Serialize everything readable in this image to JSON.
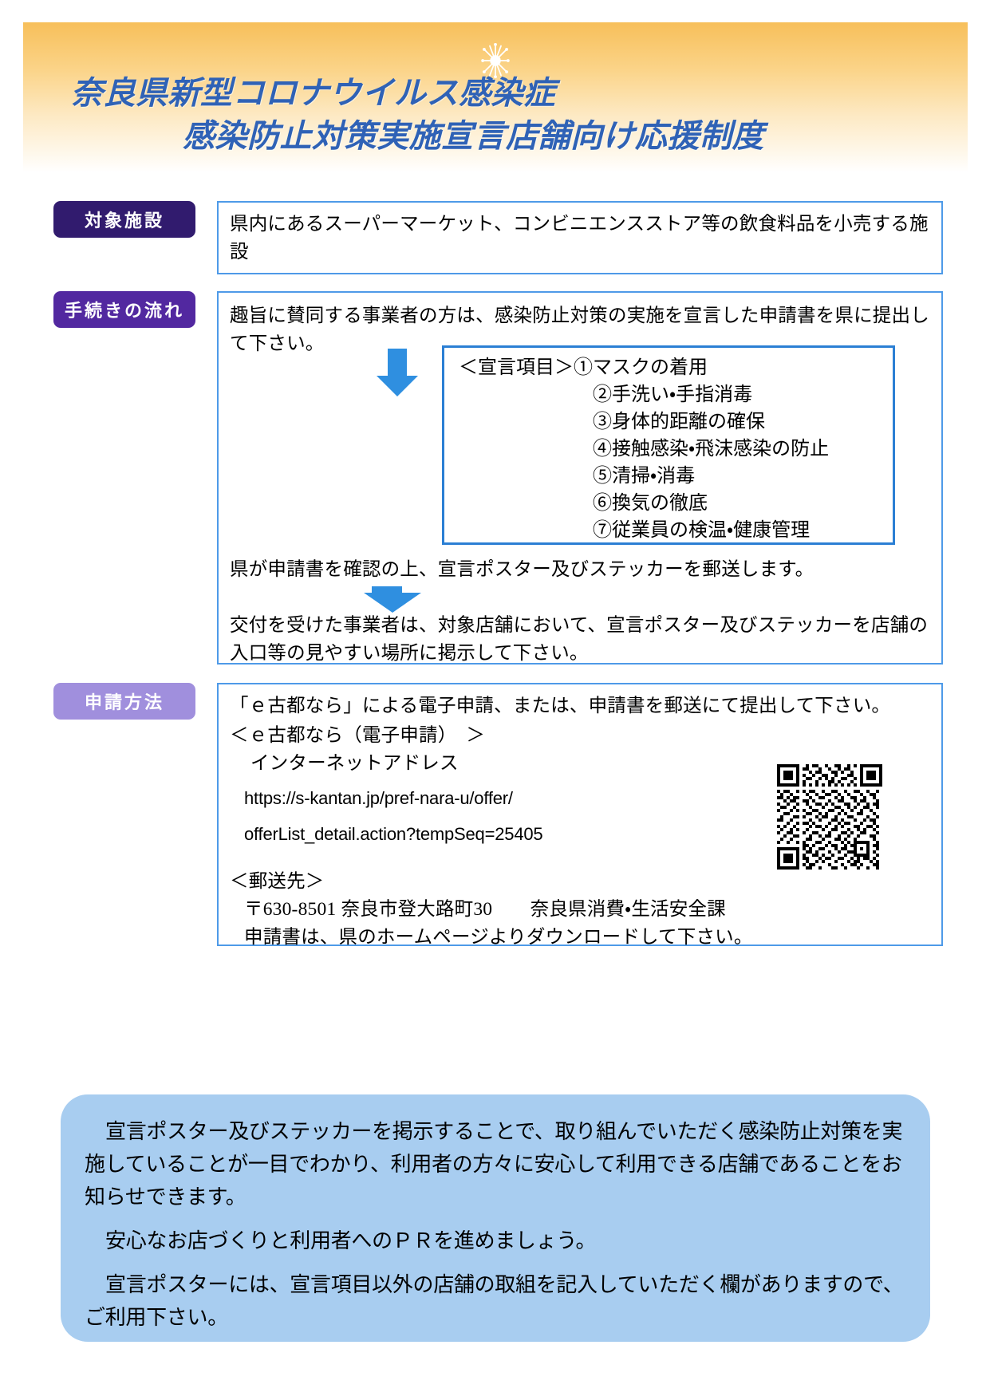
{
  "header": {
    "icon": "virus-sun-icon",
    "title_line_1": "奈良県新型コロナウイルス感染症",
    "title_line_2": "感染防止対策実施宣言店舗向け応援制度",
    "title_color": "#2f62b6",
    "gradient_from": "#f7bf5a",
    "gradient_to": "#ffffff"
  },
  "sections": {
    "target": {
      "tag_label": "対象施設",
      "tag_color": "#311b6e",
      "body": "県内にあるスーパーマーケット、コンビニエンスストア等の飲食料品を小売する施設"
    },
    "flow": {
      "tag_label": "手続きの流れ",
      "tag_color": "#5228a0",
      "step1": "趣旨に賛同する事業者の方は、感染防止対策の実施を宣言した申請書を県に提出して下さい。",
      "declaration": {
        "heading": "＜宣言項目＞",
        "items": [
          "①マスクの着用",
          "②手洗い・手指消毒",
          "③身体的距離の確保",
          "④接触感染・飛沫感染の防止",
          "⑤清掃・消毒",
          "⑥換気の徹底",
          "⑦従業員の検温・健康管理"
        ],
        "border_color": "#2b7fd4"
      },
      "step2": "県が申請書を確認の上、宣言ポスター及びステッカーを郵送します。",
      "step3": "交付を受けた事業者は、対象店舗において、宣言ポスター及びステッカーを店舗の入口等の見やすい場所に掲示して下さい。",
      "arrow_color": "#2f8fe0"
    },
    "apply": {
      "tag_label": "申請方法",
      "tag_color": "#a08fdd",
      "intro": "「ｅ古都なら」による電子申請、または、申請書を郵送にて提出して下さい。",
      "e_service_heading": "＜ｅ古都なら（電子申請）　＞",
      "internet_address_label": "インターネットアドレス",
      "url_line_1": "https://s-kantan.jp/pref-nara-u/offer/",
      "url_line_2": "offerList_detail.action?tempSeq=25405",
      "mail_heading": "＜郵送先＞",
      "mail_address": "〒630-8501 奈良市登大路町30　　奈良県消費・生活安全課",
      "mail_note": "申請書は、県のホームページよりダウンロードして下さい。",
      "qr_name": "qr-code"
    }
  },
  "note": {
    "background": "#a8cdf0",
    "paragraphs": [
      "宣言ポスター及びステッカーを掲示することで、取り組んでいただく感染防止対策を実施していることが一目でわかり、利用者の方々に安心して利用できる店舗であることをお知らせできます。",
      "安心なお店づくりと利用者へのＰＲを進めましょう。",
      "宣言ポスターには、宣言項目以外の店舗の取組を記入していただく欄がありますので、ご利用下さい。"
    ]
  }
}
